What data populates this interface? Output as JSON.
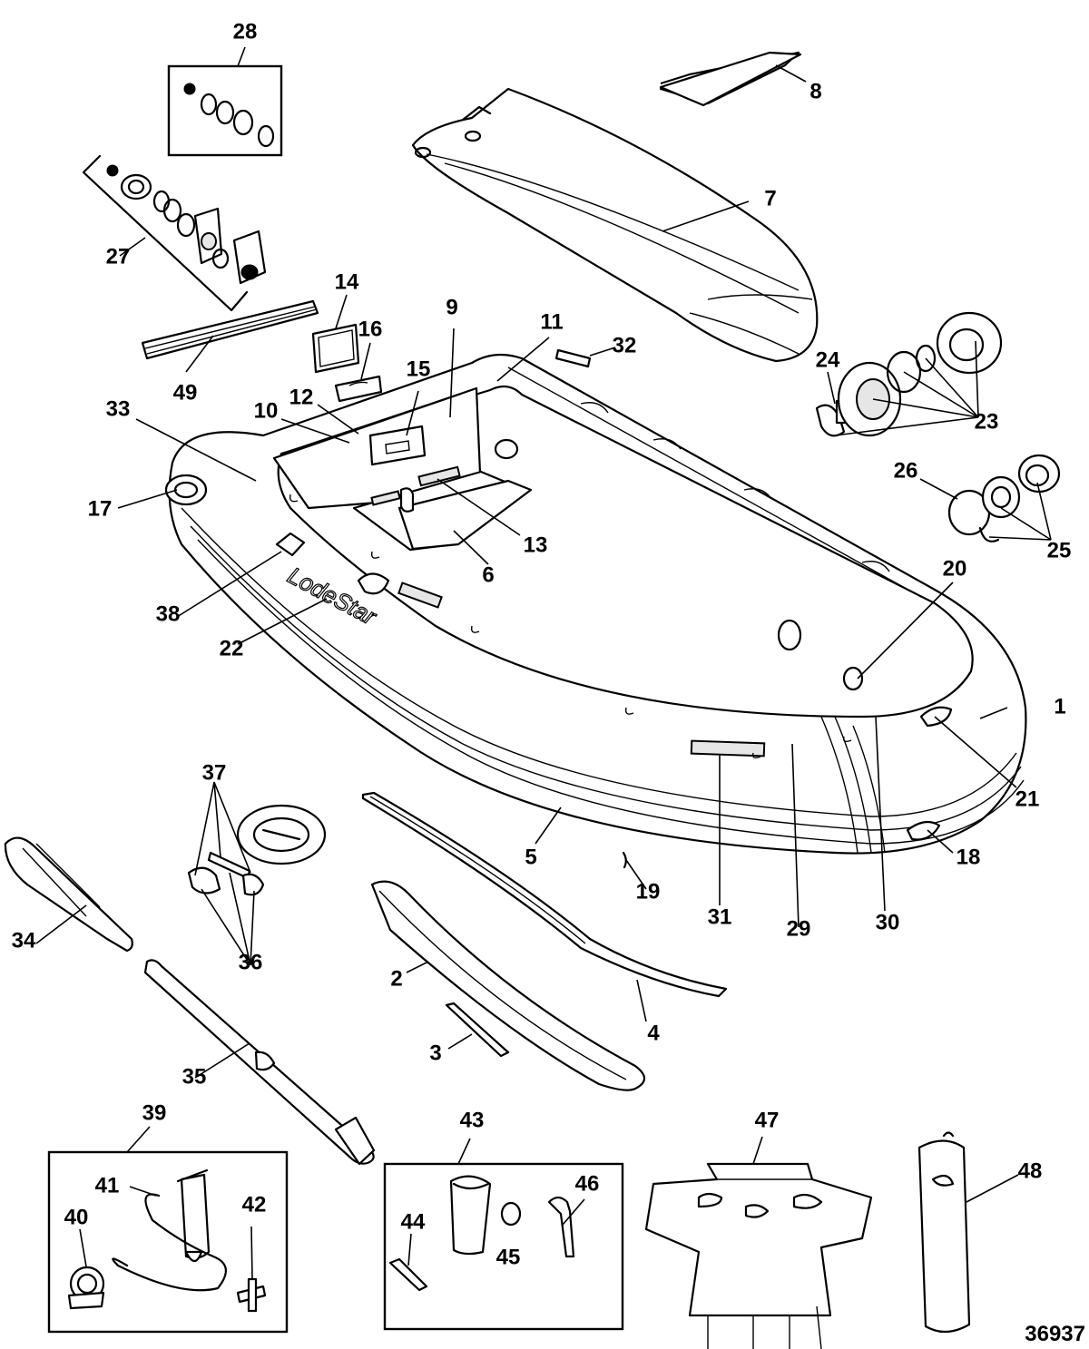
{
  "callouts": [
    "1",
    "2",
    "3",
    "4",
    "5",
    "6",
    "7",
    "8",
    "9",
    "10",
    "11",
    "12",
    "13",
    "14",
    "15",
    "16",
    "17",
    "18",
    "19",
    "20",
    "21",
    "22",
    "23",
    "24",
    "25",
    "26",
    "27",
    "28",
    "29",
    "30",
    "31",
    "32",
    "33",
    "34",
    "35",
    "36",
    "37",
    "38",
    "39",
    "40",
    "41",
    "42",
    "43",
    "44",
    "45",
    "46",
    "47",
    "48",
    "49"
  ],
  "brand_text": "LodeStar",
  "document_number": "36937"
}
